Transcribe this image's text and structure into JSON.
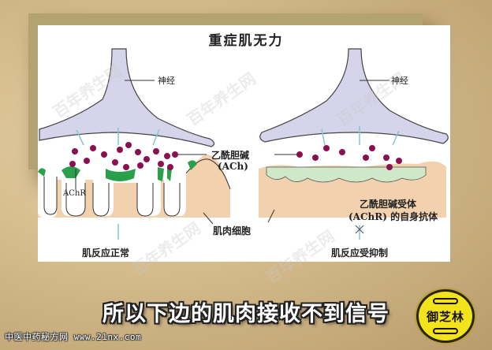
{
  "diagram": {
    "title": "重症肌无力",
    "left": {
      "nerve_label": "神经",
      "ach_label_line1": "乙酰胆碱",
      "ach_label_line2": "(ACh)",
      "receptor_label": "AChR",
      "muscle_label": "肌肉细胞",
      "result_label": "肌反应正常"
    },
    "right": {
      "nerve_label": "神经",
      "antibody_label_line1": "乙酰胆碱受体",
      "antibody_label_line2": "(AChR) 的自身抗体",
      "result_label": "肌反应受抑制"
    },
    "colors": {
      "nerve": "#d6d4ea",
      "vesicle": "#8a1050",
      "receptor": "#2aa04a",
      "receptor_blocked": "#cfe8c8",
      "muscle": "#f2d2ae",
      "arrow": "#7fc8cc",
      "background": "#d8c194"
    }
  },
  "subtitle": "所以下边的肌肉接收不到信号",
  "footer": "中医中药秘方网 www.21nx.com",
  "logo": {
    "text": "御芝林"
  },
  "watermark": "百年养生网"
}
